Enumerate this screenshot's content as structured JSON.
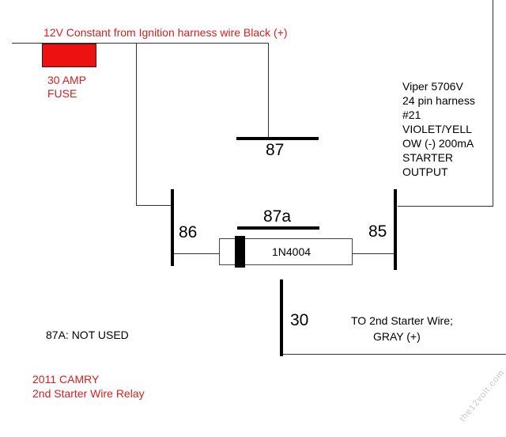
{
  "supply": {
    "label": "12V Constant from Ignition harness wire Black (+)"
  },
  "fuse": {
    "line1": "30 AMP",
    "line2": "FUSE",
    "color": "#ee1111"
  },
  "relay": {
    "pin_87": "87",
    "pin_87a": "87a",
    "pin_86": "86",
    "pin_85": "85",
    "pin_30": "30"
  },
  "diode": {
    "label": "1N4004"
  },
  "alarm_note": {
    "lines": [
      "Viper 5706V",
      "24 pin harness",
      "#21",
      "VIOLET/YELL",
      "OW (-) 200mA",
      "STARTER",
      "OUTPUT"
    ]
  },
  "starter_note": {
    "line1": "TO 2nd Starter Wire;",
    "line2": "GRAY (+)"
  },
  "unused_note": "87A: NOT USED",
  "title": {
    "line1": "2011 CAMRY",
    "line2": "2nd Starter Wire Relay",
    "color": "#d42020"
  },
  "watermark": "the12volt.com"
}
